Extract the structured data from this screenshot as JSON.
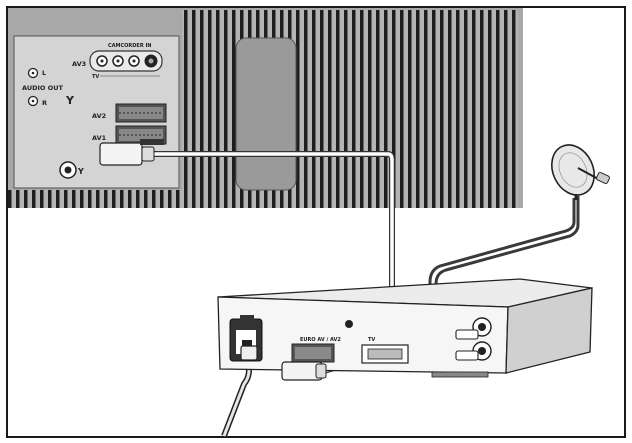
{
  "tv_panel": {
    "camcorder_label": "CAMCORDER IN",
    "av3_label": "AV3",
    "tv_label": "TV",
    "audio_out_label": "AUDIO OUT",
    "audio_l": "L",
    "audio_r": "R",
    "av2_label": "AV2",
    "av1_label": "AV1",
    "antenna_symbol": "Y"
  },
  "receiver": {
    "euro_label": "EURO AV / AV2",
    "tv_label": "TV"
  },
  "colors": {
    "frame": "#1a1a1a",
    "tv_body": "#a8a8a8",
    "tv_slots": "#1e1e1e",
    "panel": "#d4d4d4",
    "cable_white": "#ffffff",
    "cable_dark": "#3a3a3a"
  }
}
